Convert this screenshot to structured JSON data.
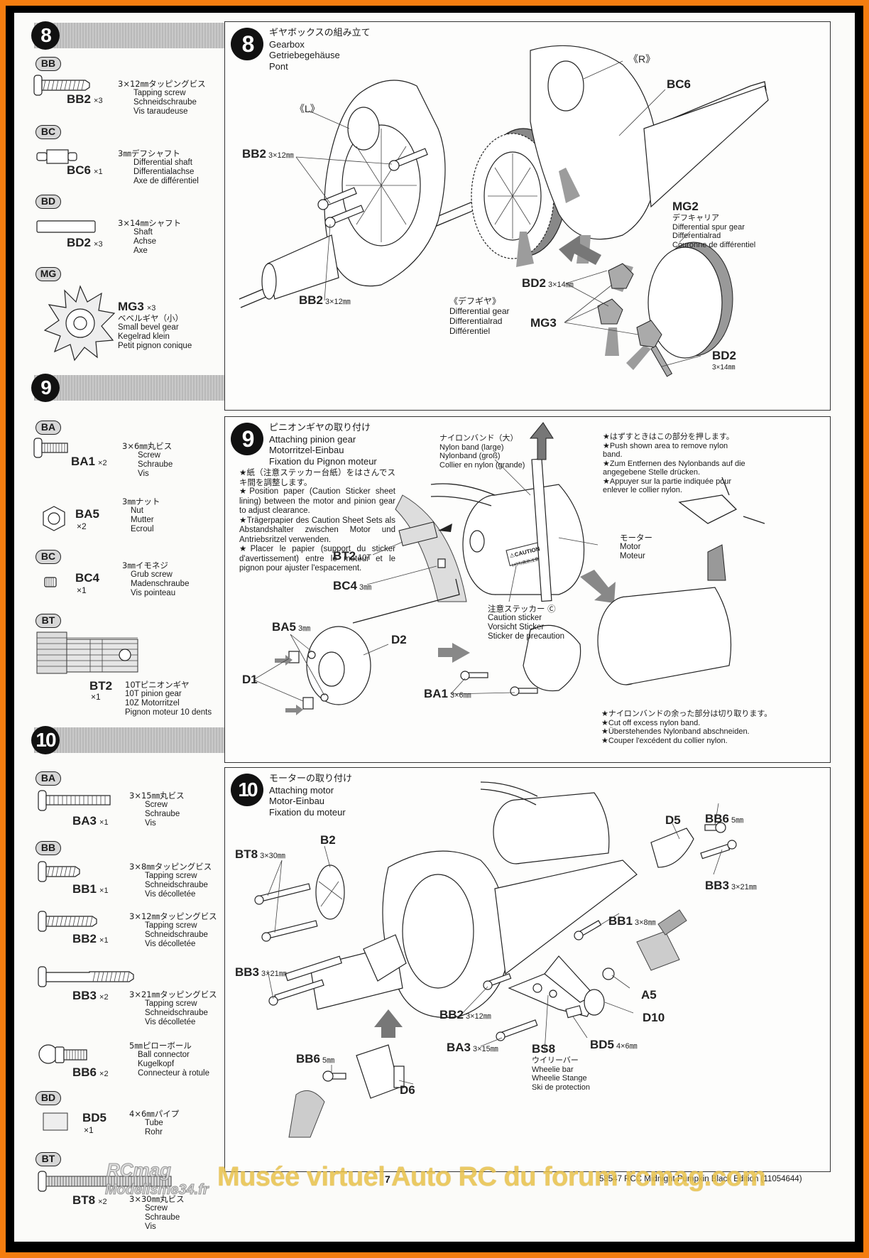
{
  "left_column": {
    "steps": [
      {
        "number": "8",
        "groups": [
          {
            "bag": "BB",
            "parts": [
              {
                "id": "BB2",
                "qty": "×3",
                "desc": [
                  "3×12㎜タッピングビス",
                  "Tapping screw",
                  "Schneidschraube",
                  "Vis taraudeuse"
                ]
              }
            ]
          },
          {
            "bag": "BC",
            "parts": [
              {
                "id": "BC6",
                "qty": "×1",
                "desc": [
                  "3㎜デフシャフト",
                  "Differential shaft",
                  "Differentialachse",
                  "Axe de différentiel"
                ]
              }
            ]
          },
          {
            "bag": "BD",
            "parts": [
              {
                "id": "BD2",
                "qty": "×3",
                "desc": [
                  "3×14㎜シャフト",
                  "Shaft",
                  "Achse",
                  "Axe"
                ]
              }
            ]
          },
          {
            "bag": "MG",
            "parts": [
              {
                "id": "MG3",
                "qty": "×3",
                "desc": [
                  "ベベルギヤ（小）",
                  "Small bevel gear",
                  "Kegelrad klein",
                  "Petit pignon conique"
                ]
              }
            ]
          }
        ]
      },
      {
        "number": "9",
        "groups": [
          {
            "bag": "BA",
            "parts": [
              {
                "id": "BA1",
                "qty": "×2",
                "desc": [
                  "3×6㎜丸ビス",
                  "Screw",
                  "Schraube",
                  "Vis"
                ]
              },
              {
                "id": "BA5",
                "qty": "×2",
                "desc": [
                  "3㎜ナット",
                  "Nut",
                  "Mutter",
                  "Ecroul"
                ]
              }
            ]
          },
          {
            "bag": "BC",
            "parts": [
              {
                "id": "BC4",
                "qty": "×1",
                "desc": [
                  "3㎜イモネジ",
                  "Grub screw",
                  "Madenschraube",
                  "Vis pointeau"
                ]
              }
            ]
          },
          {
            "bag": "BT",
            "parts": [
              {
                "id": "BT2",
                "qty": "×1",
                "desc": [
                  "10Tピニオンギヤ",
                  "10T pinion gear",
                  "10Z Motorritzel",
                  "Pignon moteur 10 dents"
                ]
              }
            ]
          }
        ]
      },
      {
        "number": "10",
        "groups": [
          {
            "bag": "BA",
            "parts": [
              {
                "id": "BA3",
                "qty": "×1",
                "desc": [
                  "3×15㎜丸ビス",
                  "Screw",
                  "Schraube",
                  "Vis"
                ]
              }
            ]
          },
          {
            "bag": "BB",
            "parts": [
              {
                "id": "BB1",
                "qty": "×1",
                "desc": [
                  "3×8㎜タッピングビス",
                  "Tapping screw",
                  "Schneidschraube",
                  "Vis décolletée"
                ]
              },
              {
                "id": "BB2",
                "qty": "×1",
                "desc": [
                  "3×12㎜タッピングビス",
                  "Tapping screw",
                  "Schneidschraube",
                  "Vis décolletée"
                ]
              },
              {
                "id": "BB3",
                "qty": "×2",
                "desc": [
                  "3×21㎜タッピングビス",
                  "Tapping screw",
                  "Schneidschraube",
                  "Vis décolletée"
                ]
              },
              {
                "id": "BB6",
                "qty": "×2",
                "desc": [
                  "5㎜ピローボール",
                  "Ball connector",
                  "Kugelkopf",
                  "Connecteur à rotule"
                ]
              }
            ]
          },
          {
            "bag": "BD",
            "parts": [
              {
                "id": "BD5",
                "qty": "×1",
                "desc": [
                  "4×6㎜パイプ",
                  "Tube",
                  "Rohr"
                ]
              }
            ]
          },
          {
            "bag": "BT",
            "parts": [
              {
                "id": "BT8",
                "qty": "×2",
                "desc": [
                  "3×30㎜丸ビス",
                  "Screw",
                  "Schraube",
                  "Vis"
                ]
              }
            ]
          }
        ]
      }
    ]
  },
  "panels": {
    "step8": {
      "number": "8",
      "title": [
        "ギヤボックスの組み立て",
        "Gearbox",
        "Getriebegehäuse",
        "Pont"
      ],
      "labels": {
        "left_case": "《L》",
        "right_case": "《R》",
        "bc6": "BC6",
        "bb2_top": {
          "id": "BB2",
          "size": "3×12㎜"
        },
        "bb2_bottom": {
          "id": "BB2",
          "size": "3×12㎜"
        },
        "bd2_upper": {
          "id": "BD2",
          "size": "3×14㎜"
        },
        "bd2_lower": {
          "id": "BD2",
          "size": "3×14㎜"
        },
        "mg3": "MG3",
        "mg2": {
          "id": "MG2",
          "desc": [
            "デフキャリア",
            "Differential spur gear",
            "Differentialrad",
            "Couronne de différentiel"
          ]
        },
        "diff_gear": [
          "《デフギヤ》",
          "Differential gear",
          "Differentialrad",
          "Différentiel"
        ]
      }
    },
    "step9": {
      "number": "9",
      "title": [
        "ピニオンギヤの取り付け",
        "Attaching pinion gear",
        "Motorritzel-Einbau",
        "Fixation du Pignon moteur"
      ],
      "paper_note": [
        "★紙（注意ステッカー台紙）をはさんでスキ間を調整します。",
        "★Position paper (Caution Sticker sheet lining) between the motor and pinion gear to adjust clearance.",
        "★Trägerpapier des Caution Sheet Sets als Abstandshalter zwischen Motor und Antriebsritzel verwenden.",
        "★Placer le papier (support du sticker d'avertissement) entre le moteur et le pignon pour ajuster l'espacement."
      ],
      "nylon_band": [
        "ナイロンバンド（大）",
        "Nylon band (large)",
        "Nylonband (groß)",
        "Collier en nylon (grande)"
      ],
      "remove_note": [
        "★はずすときはこの部分を押します。",
        "★Push shown area to remove nylon band.",
        "★Zum Entfernen des Nylonbands auf die angegebene Stelle drücken.",
        "★Appuyer sur la partie indiquée pour enlever le collier nylon."
      ],
      "motor": [
        "モーター",
        "Motor",
        "Moteur"
      ],
      "caution_sticker": [
        "注意ステッカー Ⓒ",
        "Caution sticker",
        "Vorsicht Sticker",
        "Sticker de precaution"
      ],
      "caution_label": "⚠CAUTION",
      "caution_sub": "HOT/高熱注意",
      "bt2": {
        "id": "BT2",
        "size": "10T"
      },
      "bc4": {
        "id": "BC4",
        "size": "3㎜"
      },
      "ba5": {
        "id": "BA5",
        "size": "3㎜"
      },
      "d1": "D1",
      "d2": "D2",
      "ba1": {
        "id": "BA1",
        "size": "3×6㎜"
      },
      "cut_note": [
        "★ナイロンバンドの余った部分は切り取ります。",
        "★Cut off excess nylon band.",
        "★Überstehendes Nylonband abschneiden.",
        "★Couper l'excédent du collier nylon."
      ]
    },
    "step10": {
      "number": "10",
      "title": [
        "モーターの取り付け",
        "Attaching motor",
        "Motor-Einbau",
        "Fixation du moteur"
      ],
      "bt8": {
        "id": "BT8",
        "size": "3×30㎜"
      },
      "b2": "B2",
      "d5": "D5",
      "bb6_right": {
        "id": "BB6",
        "size": "5㎜"
      },
      "bb3_right": {
        "id": "BB3",
        "size": "3×21㎜"
      },
      "bb1": {
        "id": "BB1",
        "size": "3×8㎜"
      },
      "bb3_left": {
        "id": "BB3",
        "size": "3×21㎜"
      },
      "a5": "A5",
      "d10": "D10",
      "bb2": {
        "id": "BB2",
        "size": "3×12㎜"
      },
      "bb6_left": {
        "id": "BB6",
        "size": "5㎜"
      },
      "ba3": {
        "id": "BA3",
        "size": "3×15㎜"
      },
      "bs8": {
        "id": "BS8",
        "desc": [
          "ウイリーバー",
          "Wheelie bar",
          "Wheelie Stange",
          "Ski de protection"
        ]
      },
      "bd5": {
        "id": "BD5",
        "size": "4×6㎜"
      },
      "d6": "D6"
    }
  },
  "footer": {
    "page_number": "7",
    "product": "58547 RCC Midnight Pumpkin Black Edition (11054644)"
  },
  "watermarks": {
    "logo_top": "RCmag",
    "logo_bottom": "Modelisme34.fr",
    "banner": "Musée virtuel Auto RC du forum rcmag.com"
  },
  "colors": {
    "border": "#f57d10",
    "frame": "#000000",
    "paper": "#fbfbf9",
    "watermark": "#e9c24a"
  }
}
